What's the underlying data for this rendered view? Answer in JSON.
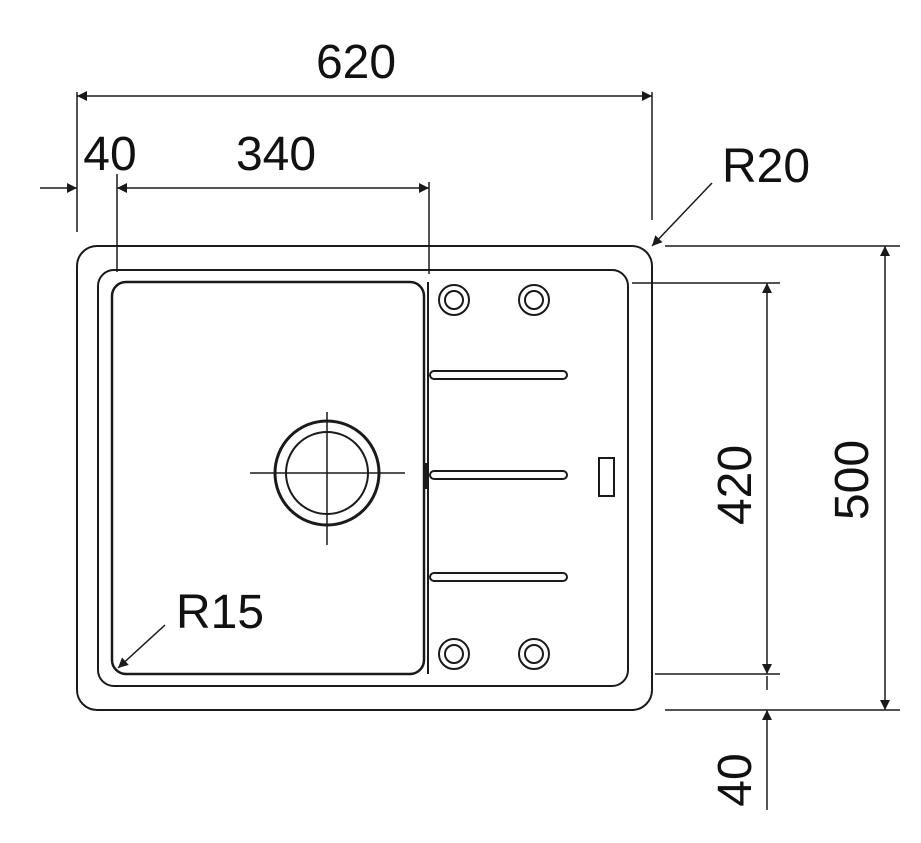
{
  "drawing": {
    "stroke_color": "#1a1a1a",
    "background_color": "#ffffff",
    "dimensions": {
      "overall_width": "620",
      "left_offset": "40",
      "bowl_width": "340",
      "corner_radius_outer": "R20",
      "corner_radius_bowl": "R15",
      "bowl_depth": "420",
      "overall_depth": "500",
      "bottom_offset": "40"
    }
  }
}
